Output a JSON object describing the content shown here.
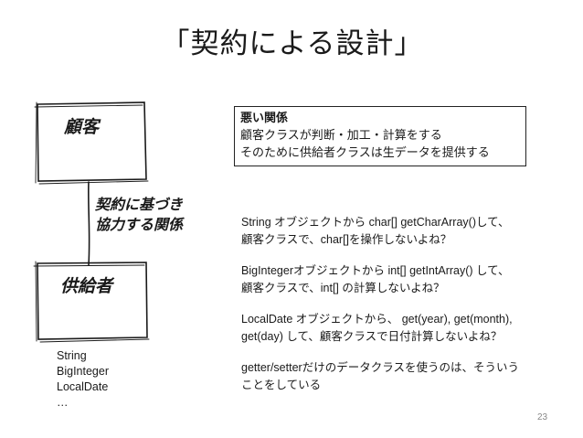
{
  "title": "「契約による設計」",
  "diagram": {
    "customer_label": "顧客",
    "supplier_label": "供給者",
    "relation_label_lines": [
      "契約に基づき",
      "協力する関係"
    ]
  },
  "bad_relation": {
    "title": "悪い関係",
    "lines": [
      "顧客クラスが判断・加工・計算をする",
      "そのために供給者クラスは生データを提供する"
    ]
  },
  "notes": [
    [
      "String オブジェクトから char[] getCharArray()して、",
      "顧客クラスで、char[]を操作しないよね？"
    ],
    [
      "BigIntegerオブジェクトから int[] getIntArray() して、",
      "顧客クラスで、int[] の計算しないよね？"
    ],
    [
      "LocalDate オブジェクトから、 get(year), get(month),",
      "get(day) して、顧客クラスで日付計算しないよね？"
    ],
    [
      "getter/setterだけのデータクラスを使うのは、そういう",
      "ことをしている"
    ]
  ],
  "supplier_types": [
    "String",
    "BigInteger",
    "LocalDate",
    "…"
  ],
  "page_number": "23"
}
